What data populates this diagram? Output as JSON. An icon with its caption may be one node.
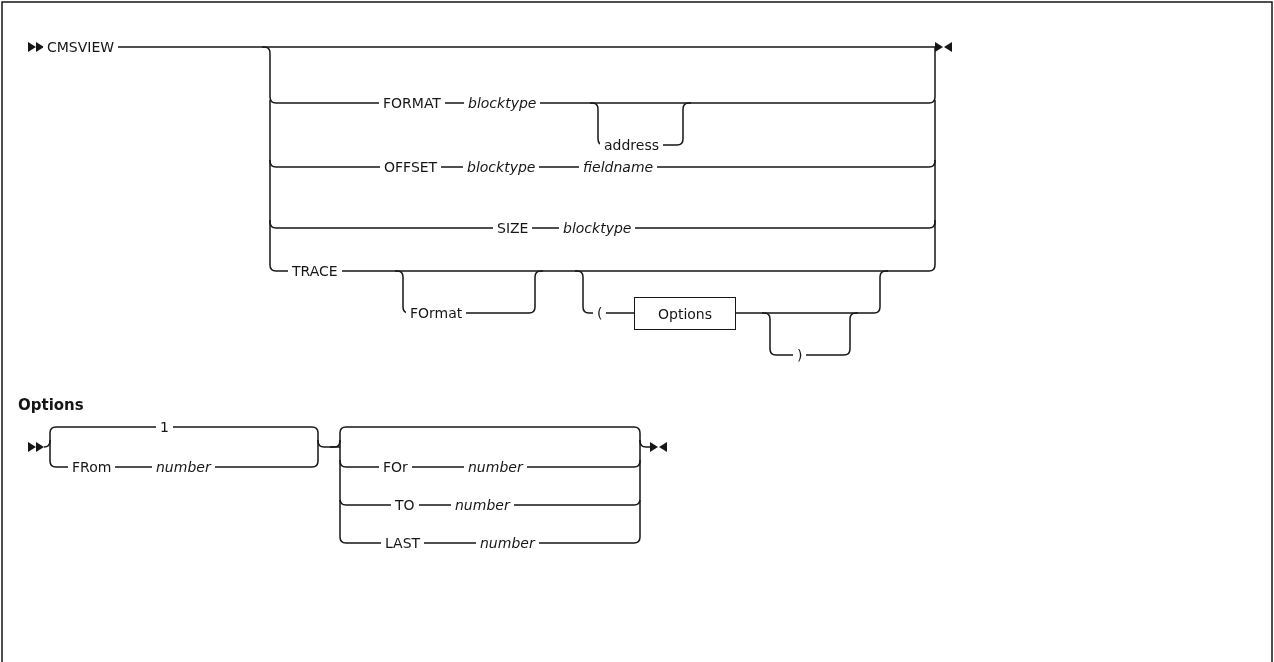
{
  "diagram": {
    "nodes": [
      {
        "text": [
          "Options"
        ]
      }
    ],
    "labels": [
      "CMSVIEW",
      "FORMAT",
      "blocktype",
      "address",
      "OFFSET",
      "blocktype",
      "fieldname",
      "SIZE",
      "blocktype",
      "TRACE",
      "FOrmat",
      "(",
      ")",
      "Options",
      "1",
      "FRom",
      "number",
      "FOr",
      "number",
      "TO",
      "number",
      "LAST",
      "number"
    ]
  }
}
